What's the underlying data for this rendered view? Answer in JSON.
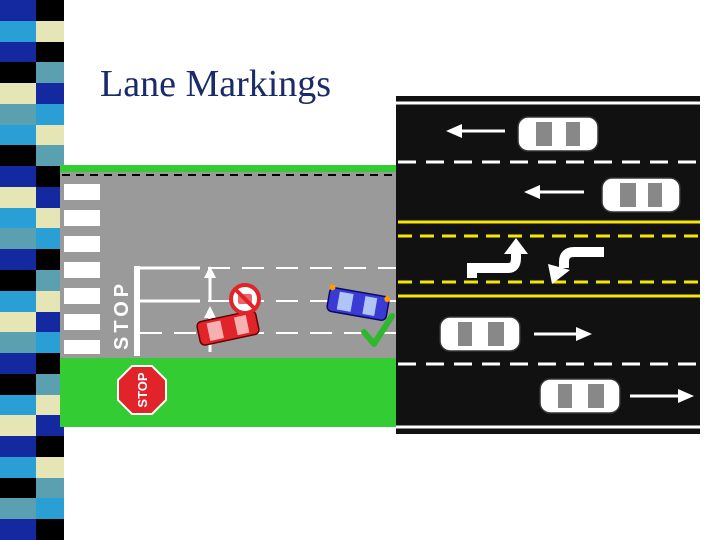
{
  "slide": {
    "title": "Lane Markings"
  },
  "illustration_left": {
    "road_stencil_text": "STOP",
    "stop_sign_text": "STOP",
    "colors": {
      "grass": "#33cc33",
      "road": "#9a9a9a",
      "stop_sign": "#e0242a",
      "check_mark": "#2eb82e"
    }
  },
  "illustration_right": {
    "colors": {
      "road": "#111111",
      "white_marking": "#ffffff",
      "yellow_marking": "#f5e60a"
    }
  },
  "theme": {
    "title_color": "#1a2a6a",
    "strip_colors": [
      "#1428a0",
      "#2a9fd6",
      "#000000",
      "#e5e5b5",
      "#5aa0b0"
    ]
  }
}
